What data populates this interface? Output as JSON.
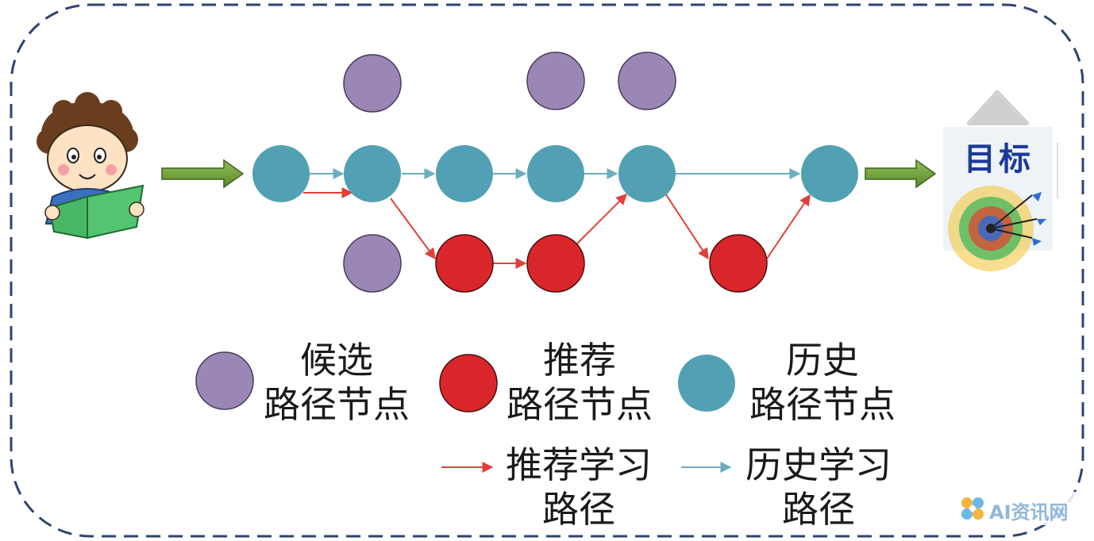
{
  "target": {
    "label": "目标"
  },
  "legend": {
    "candidate": {
      "line1": "候选",
      "line2": "路径节点"
    },
    "recommended": {
      "line1": "推荐",
      "line2": "路径节点"
    },
    "history": {
      "line1": "历史",
      "line2": "路径节点"
    },
    "recommended_path": {
      "line1": "推荐学习",
      "line2": "路径"
    },
    "history_path": {
      "line1": "历史学习",
      "line2": "路径"
    }
  },
  "watermark": {
    "text": "AI资讯网"
  },
  "colors": {
    "candidate_node": "#9b87b5",
    "recommended_node": "#d9262b",
    "history_node": "#52a0b3",
    "recommended_edge": "#e0403a",
    "history_edge": "#6aaec0",
    "input_arrow": "#6f9a3c",
    "border": "#2e4470"
  },
  "icons": {
    "learner": "child-reading-book-icon",
    "target": "dartboard-target-icon",
    "watermark": "flower-logo-icon"
  }
}
